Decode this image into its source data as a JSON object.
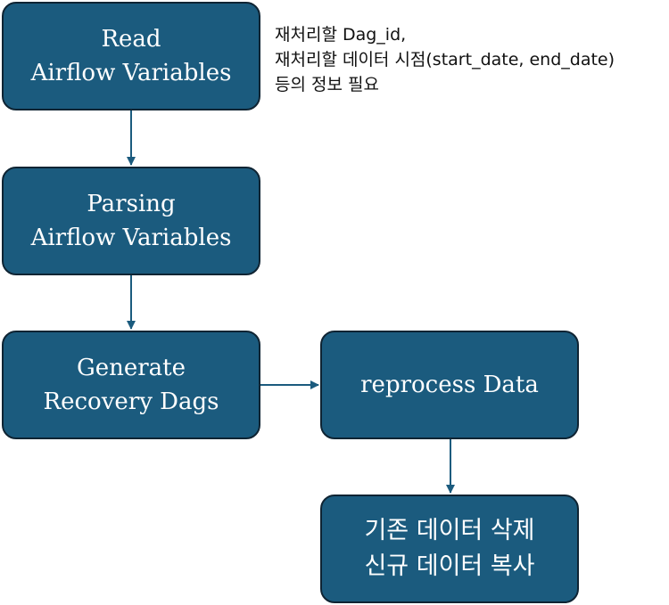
{
  "nodes": {
    "read": {
      "lines": [
        "Read",
        "Airflow Variables"
      ]
    },
    "parsing": {
      "lines": [
        "Parsing",
        "Airflow Variables"
      ]
    },
    "generate": {
      "lines": [
        "Generate",
        "Recovery Dags"
      ]
    },
    "reprocess": {
      "lines": [
        "reprocess Data"
      ]
    },
    "final": {
      "lines": [
        "기존 데이터 삭제",
        "신규 데이터 복사"
      ]
    }
  },
  "note": {
    "lines": [
      "재처리할 Dag_id,",
      "재처리할 데이터 시점(start_date, end_date)",
      "등의 정보 필요"
    ]
  },
  "colors": {
    "node_fill": "#1b5b7e",
    "node_border": "#0f2433",
    "arrow": "#1b5b7e"
  }
}
